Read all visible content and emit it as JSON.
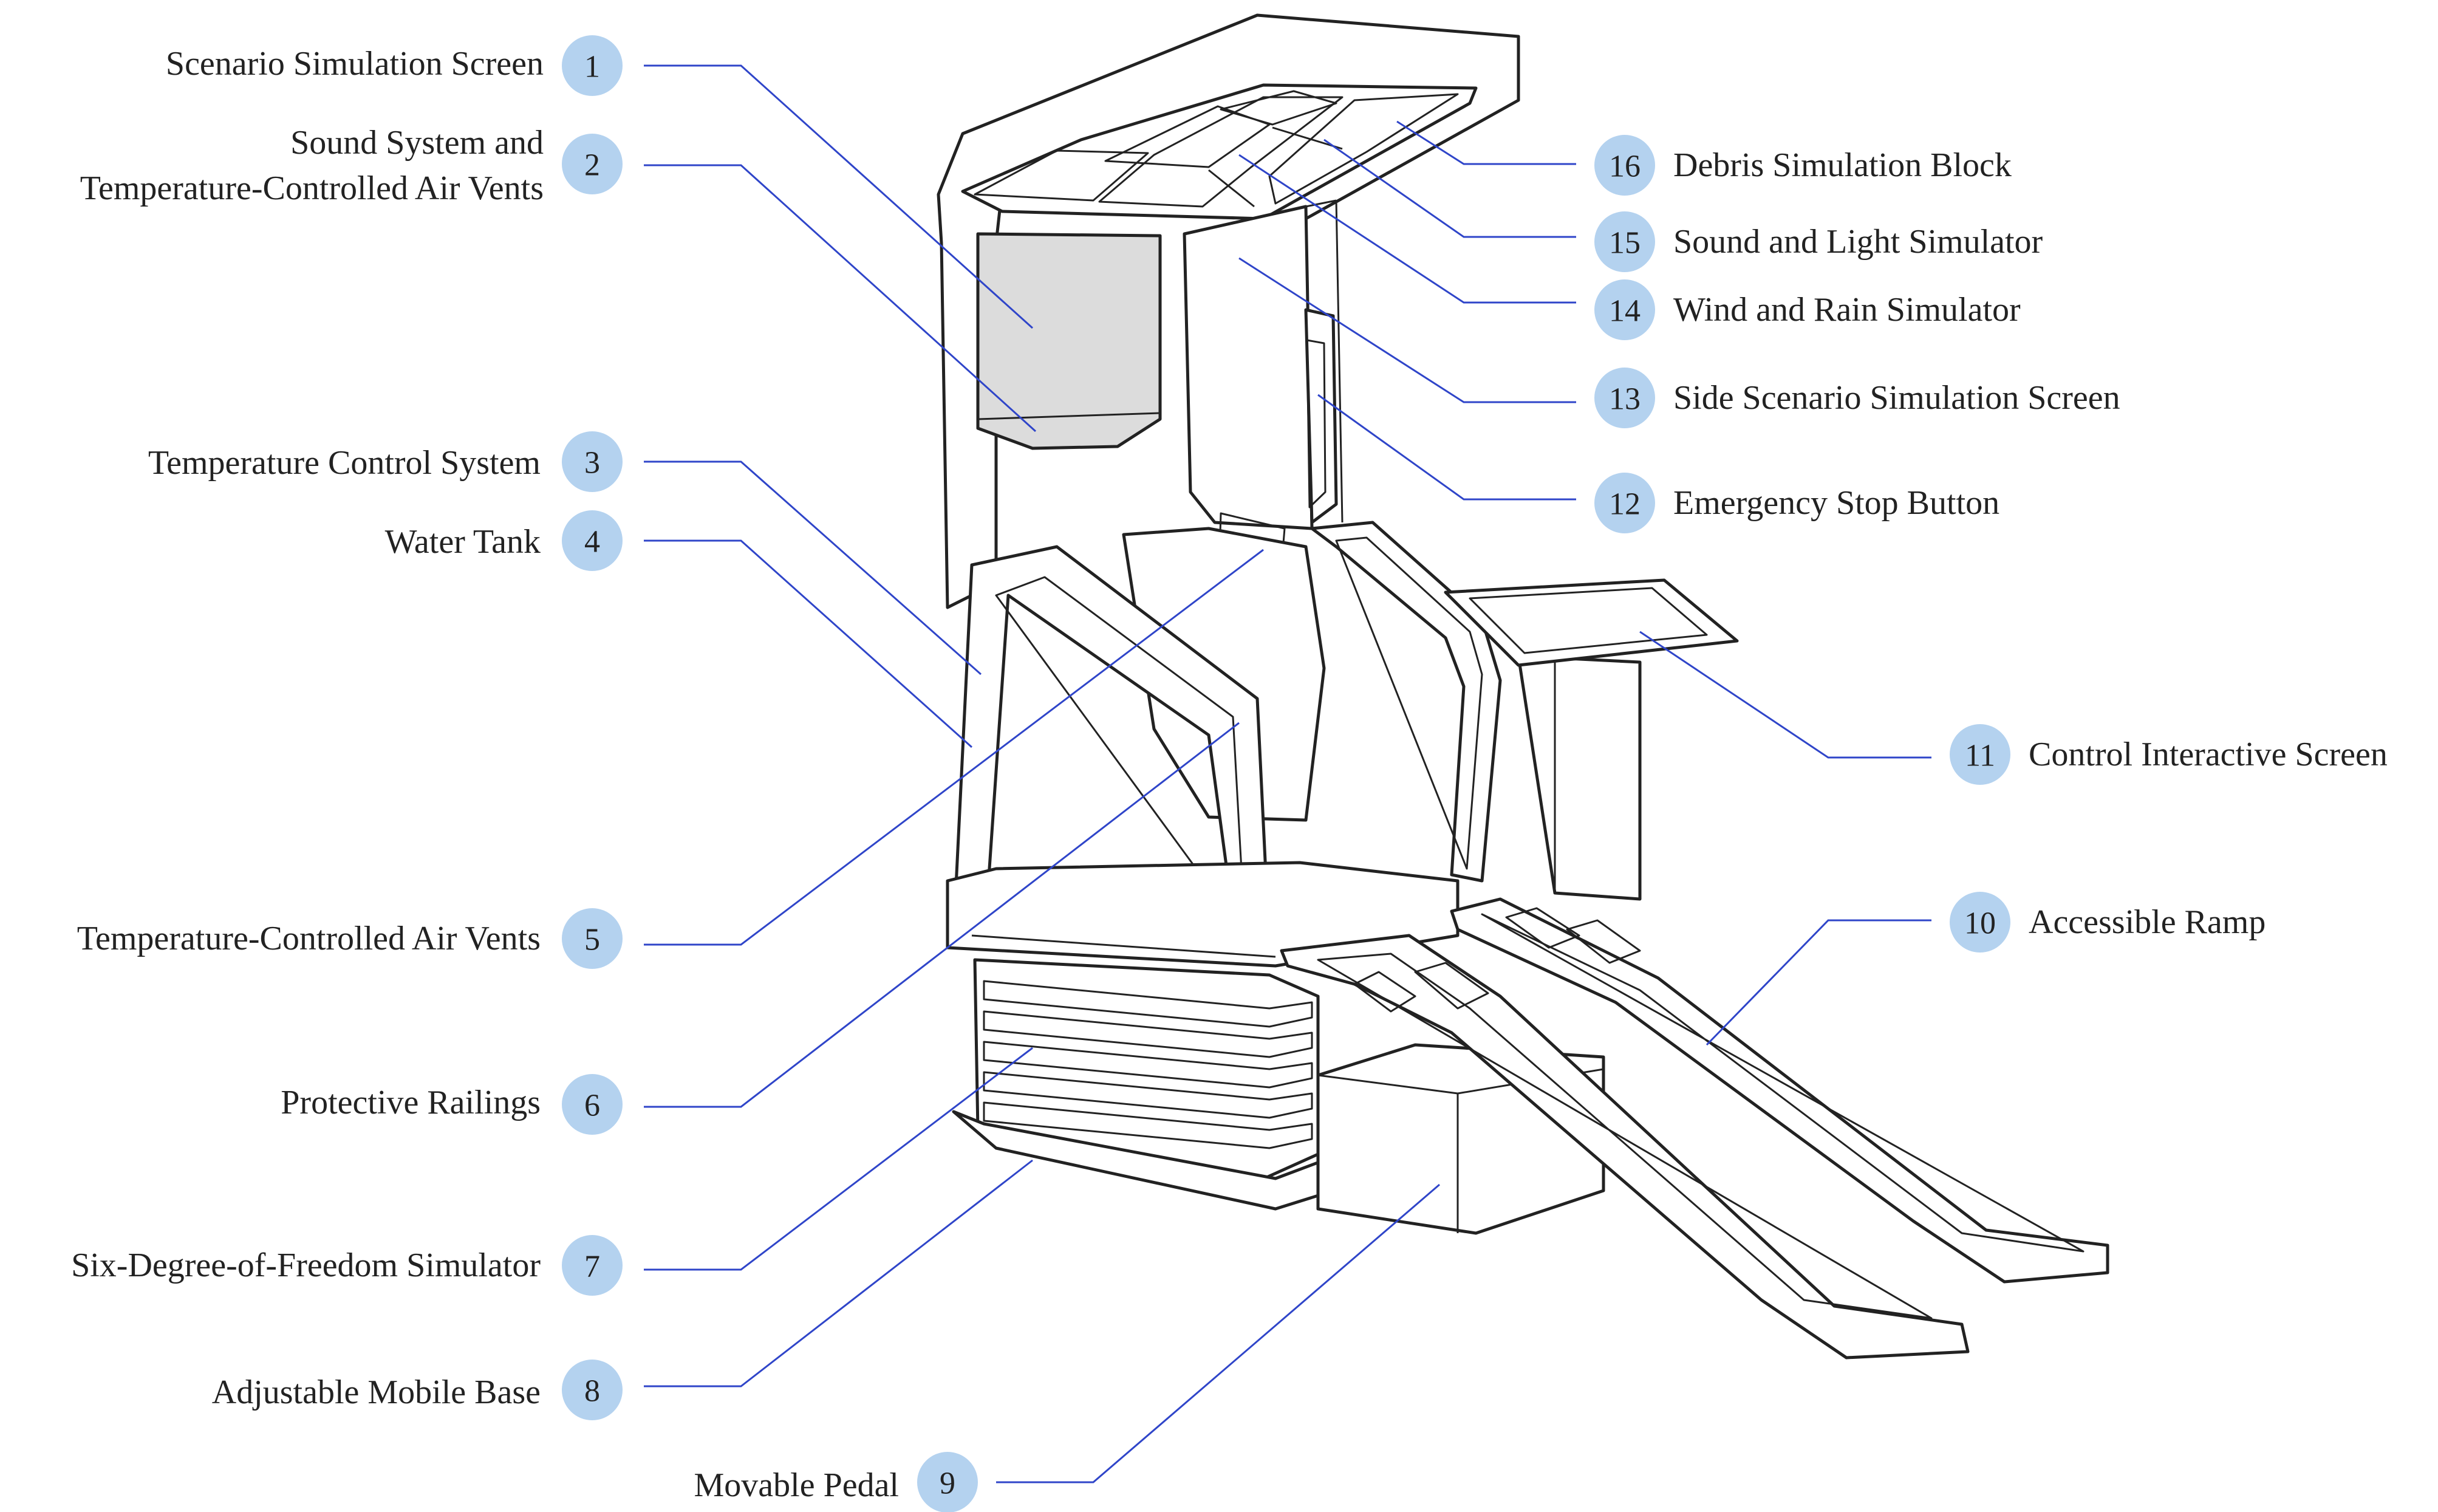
{
  "colors": {
    "badge_fill": "#b4d2ef",
    "leader_line": "#2f45c9",
    "screen_fill": "#dcdcdc",
    "emergency_button": "#e00000",
    "outline": "#222222"
  },
  "callouts": [
    {
      "number": "1",
      "label_lines": [
        "Scenario Simulation Screen"
      ]
    },
    {
      "number": "2",
      "label_lines": [
        "Sound System and",
        "Temperature-Controlled Air Vents"
      ]
    },
    {
      "number": "3",
      "label_lines": [
        "Temperature Control System"
      ]
    },
    {
      "number": "4",
      "label_lines": [
        "Water Tank"
      ]
    },
    {
      "number": "5",
      "label_lines": [
        "Temperature-Controlled Air Vents"
      ]
    },
    {
      "number": "6",
      "label_lines": [
        "Protective Railings"
      ]
    },
    {
      "number": "7",
      "label_lines": [
        "Six-Degree-of-Freedom Simulator"
      ]
    },
    {
      "number": "8",
      "label_lines": [
        "Adjustable Mobile Base"
      ]
    },
    {
      "number": "9",
      "label_lines": [
        "Movable Pedal"
      ]
    },
    {
      "number": "10",
      "label_lines": [
        "Accessible Ramp"
      ]
    },
    {
      "number": "11",
      "label_lines": [
        "Control Interactive Screen"
      ]
    },
    {
      "number": "12",
      "label_lines": [
        "Emergency Stop Button"
      ]
    },
    {
      "number": "13",
      "label_lines": [
        "Side Scenario Simulation Screen"
      ]
    },
    {
      "number": "14",
      "label_lines": [
        "Wind and Rain Simulator"
      ]
    },
    {
      "number": "15",
      "label_lines": [
        "Sound and Light Simulator"
      ]
    },
    {
      "number": "16",
      "label_lines": [
        "Debris Simulation Block"
      ]
    }
  ]
}
